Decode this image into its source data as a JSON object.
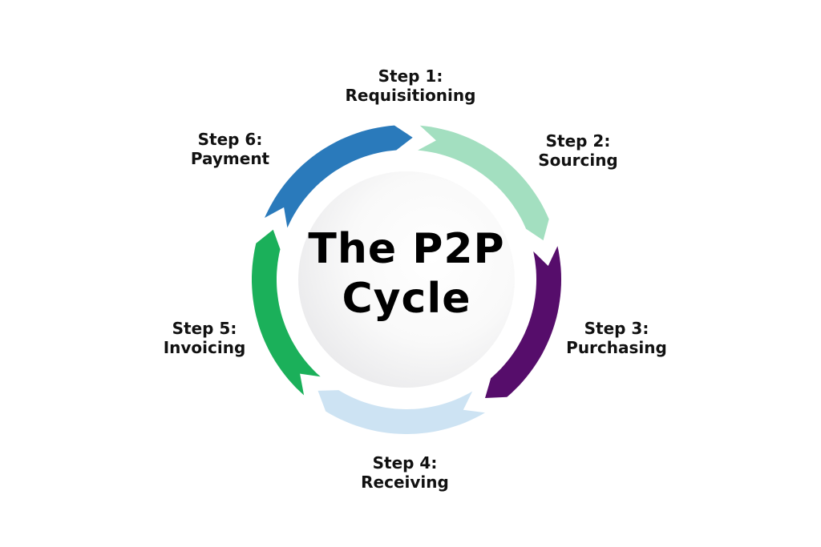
{
  "title": {
    "line1": "The P2P",
    "line2": "Cycle"
  },
  "steps": [
    {
      "step": "Step 1:",
      "name": "Requisitioning"
    },
    {
      "step": "Step 2:",
      "name": "Sourcing"
    },
    {
      "step": "Step 3:",
      "name": "Purchasing"
    },
    {
      "step": "Step 4:",
      "name": "Receiving"
    },
    {
      "step": "Step 5:",
      "name": "Invoicing"
    },
    {
      "step": "Step 6:",
      "name": "Payment"
    }
  ],
  "arrows": [
    {
      "name": "payment-arrow",
      "color": "#2a7abb"
    },
    {
      "name": "sourcing-arrow",
      "color": "#a3dfc0"
    },
    {
      "name": "purchasing-arrow",
      "color": "#560d6b"
    },
    {
      "name": "receiving-arrow",
      "color": "#cde3f3"
    },
    {
      "name": "invoicing-arrow",
      "color": "#1bb05a"
    }
  ]
}
